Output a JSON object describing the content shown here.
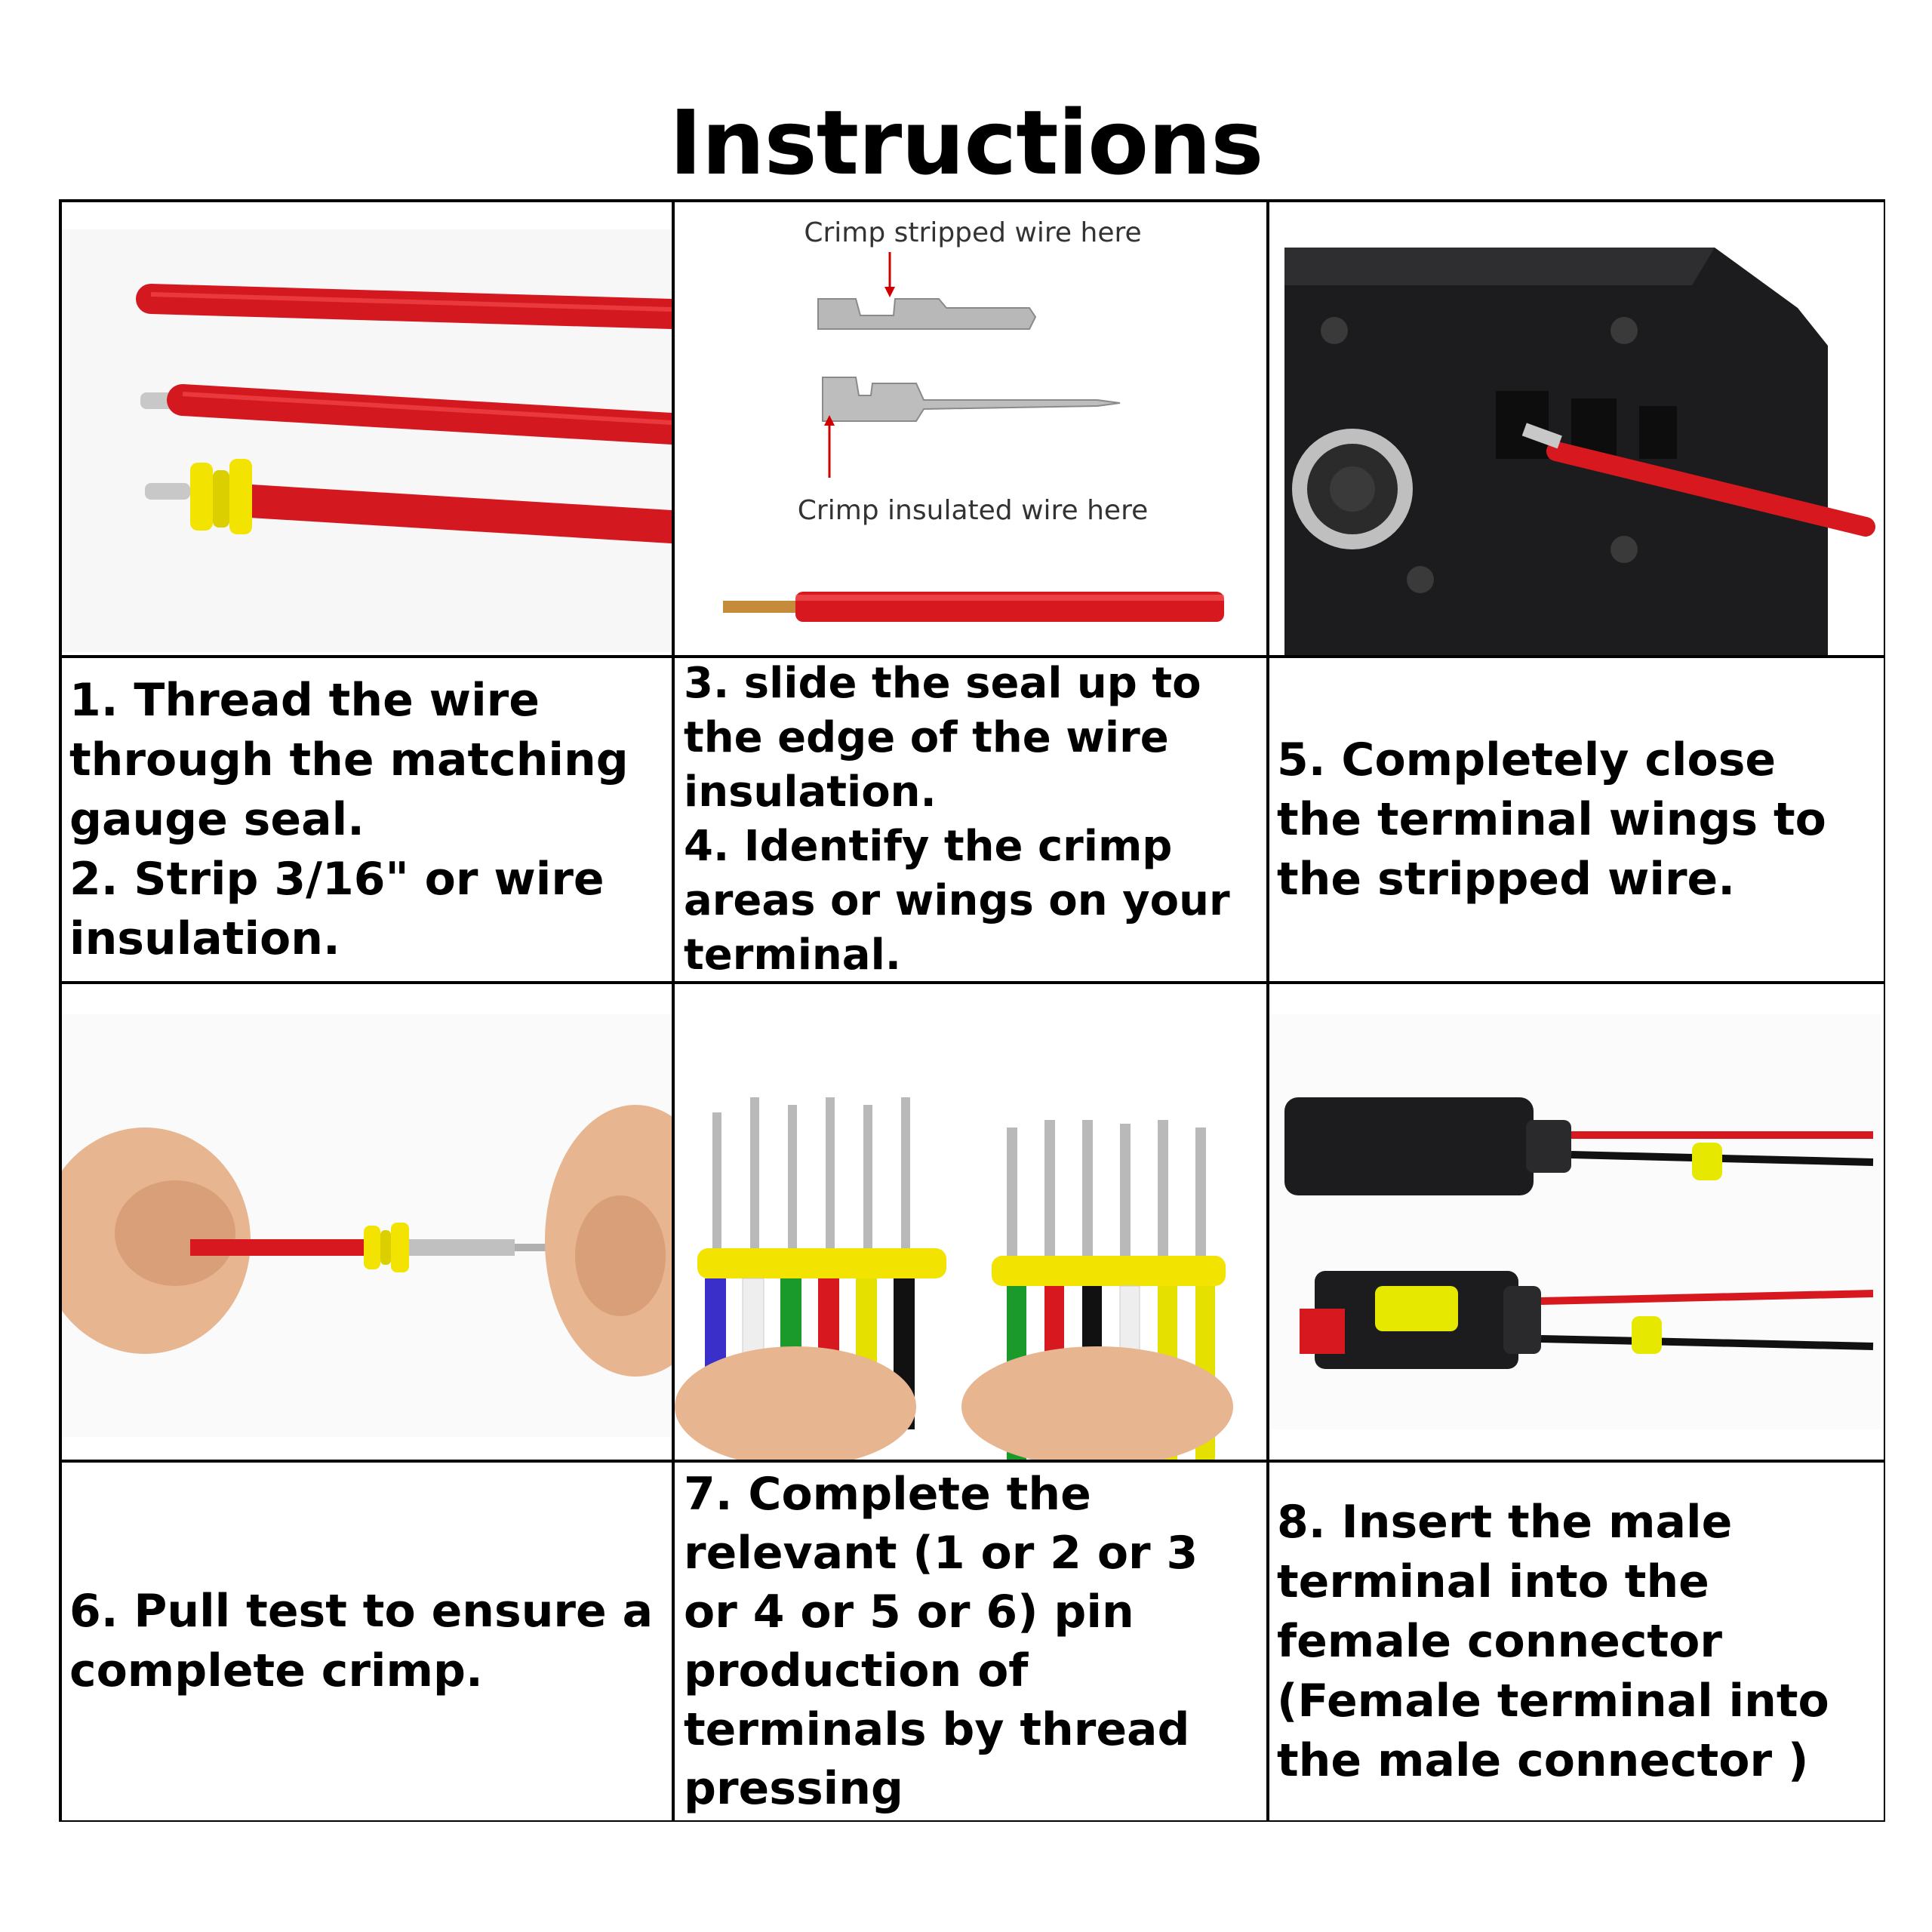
{
  "title": "Instructions",
  "steps": {
    "s1": "1. Thread the wire through the matching gauge seal.",
    "s2": "2. Strip 3/16\" or wire insulation.",
    "s3": "3. slide the seal up to the edge of the wire insulation.",
    "s4": "4. Identify the crimp areas or wings on your terminal.",
    "s5": "5. Completely close the terminal wings to the stripped wire.",
    "s6": "6. Pull test to ensure a complete crimp.",
    "s7": "7. Complete the relevant (1 or 2 or 3 or 4 or 5 or 6) pin production of terminals by thread pressing",
    "s8": "8. Insert the male terminal into the female connector (Female terminal into the male connector )"
  },
  "diagram": {
    "crimp_stripped_label": "Crimp stripped wire here",
    "crimp_insulated_label": "Crimp insulated wire here"
  },
  "colors": {
    "wire_red": "#d7191f",
    "seal_yellow": "#e6e800",
    "tool_black": "#1c1c1e"
  }
}
